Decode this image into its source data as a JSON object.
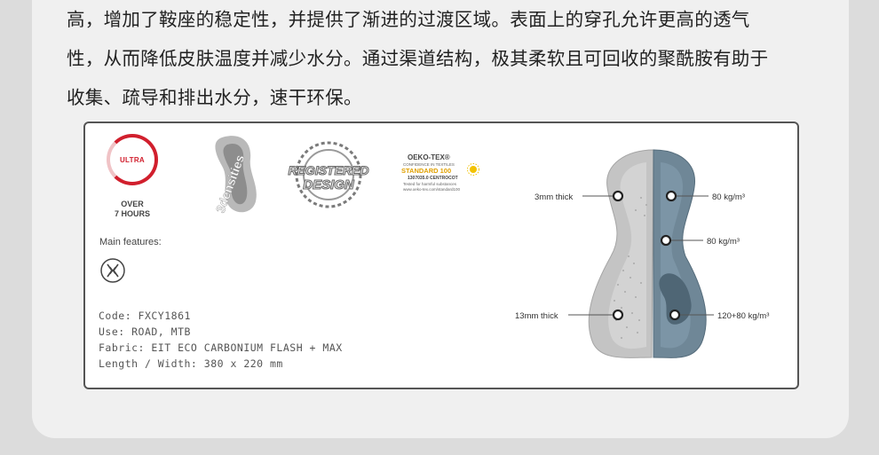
{
  "description": {
    "lines": [
      "高，增加了鞍座的稳定性，并提供了渐进的过渡区域。表面上的穿孔允许更高的透气",
      "性，从而降低皮肤温度并减少水分。通过渠道结构，极其柔软且可回收的聚酰胺有助于",
      "收集、疏导和排出水分，速干环保。"
    ]
  },
  "spec_card": {
    "ultra_badge": {
      "label": "ULTRA",
      "sub_line1": "OVER",
      "sub_line2": "7 HOURS"
    },
    "densities_label": "3densities",
    "registered_badge": {
      "line1": "REGISTERED",
      "line2": "DESIGN"
    },
    "oeko": {
      "title": "OEKO-TEX®",
      "confidence": "CONFIDENCE IN TEXTILES",
      "standard": "STANDARD 100",
      "code": "1307035.0 CENTROCOT",
      "tested": "Tested for harmful substances",
      "url": "www.oeko-tex.com/standard100"
    },
    "main_features_label": "Main features:",
    "specs": [
      "Code: FXCY1861",
      "Use: ROAD, MTB",
      "Fabric: EIT ECO CARBONIUM FLASH + MAX",
      "Length / Width: 380 x 220 mm"
    ],
    "callouts": {
      "left_top": "3mm thick",
      "left_bottom": "13mm thick",
      "right_1": "80 kg/m³",
      "right_2": "80 kg/m³",
      "right_3": "120+80 kg/m³"
    },
    "colors": {
      "ultra_red": "#d11f2d",
      "pad_grey": "#c8c8c8",
      "pad_blue": "#6f8797"
    }
  }
}
